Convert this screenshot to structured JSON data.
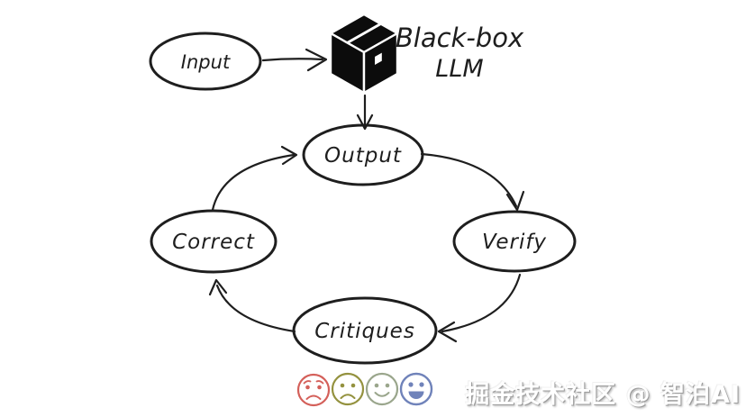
{
  "input_label": "Input",
  "llm": {
    "line1": "Black-box",
    "line2": "LLM"
  },
  "cycle": {
    "output": "Output",
    "verify": "Verify",
    "critiques": "Critiques",
    "correct": "Correct"
  },
  "emojis": {
    "items": [
      {
        "name": "worried-face",
        "color": "#d4605a"
      },
      {
        "name": "sad-face",
        "color": "#94923f"
      },
      {
        "name": "smile-face",
        "color": "#9aa68c"
      },
      {
        "name": "grin-face",
        "color": "#7083ba"
      }
    ]
  },
  "watermark": {
    "text": "掘金技术社区 @ 智泊AI"
  },
  "colors": {
    "ink": "#1e1e1e",
    "background": "#ffffff",
    "output_fill": "#f9f9f9",
    "output_hatch": "#d7d7d7",
    "verify_fill": "#edf6f9",
    "verify_hatch": "#b7d9e6",
    "correct_fill": "#edf6f9",
    "correct_hatch": "#b7d9e6",
    "critiques_fill": "#fbf3f0",
    "critiques_hatch": "#e7c5be"
  }
}
